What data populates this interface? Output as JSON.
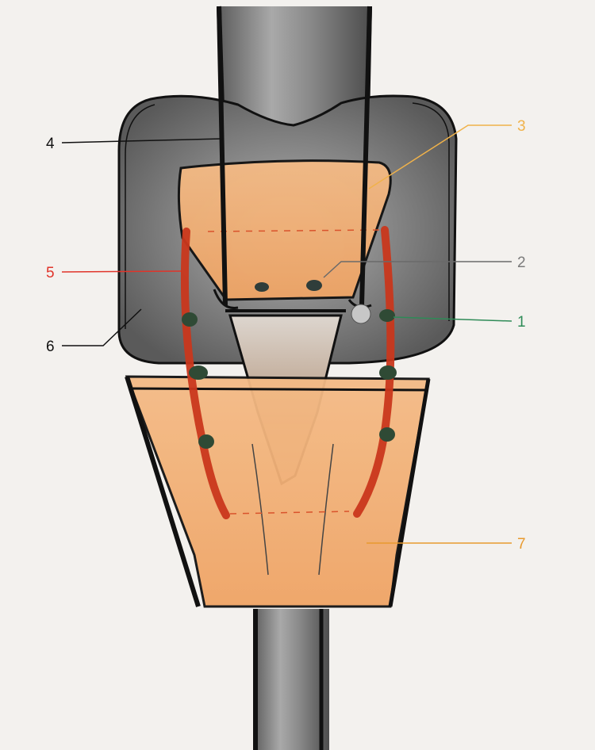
{
  "diagram": {
    "labels": [
      {
        "id": "1",
        "text": "1",
        "color": "#2e8b57"
      },
      {
        "id": "2",
        "text": "2",
        "color": "#7a7a7a"
      },
      {
        "id": "3",
        "text": "3",
        "color": "#f0b24a"
      },
      {
        "id": "4",
        "text": "4",
        "color": "#111111"
      },
      {
        "id": "5",
        "text": "5",
        "color": "#e0342a"
      },
      {
        "id": "6",
        "text": "6",
        "color": "#111111"
      },
      {
        "id": "7",
        "text": "7",
        "color": "#e89a2e"
      }
    ],
    "colors": {
      "background": "#f3f1ee",
      "bone_gray": "#8c8c8c",
      "orange_fill": "#f2b27a",
      "red_strap": "#c9371c",
      "dark_dot": "#2f3d3a",
      "outline": "#111111"
    }
  }
}
